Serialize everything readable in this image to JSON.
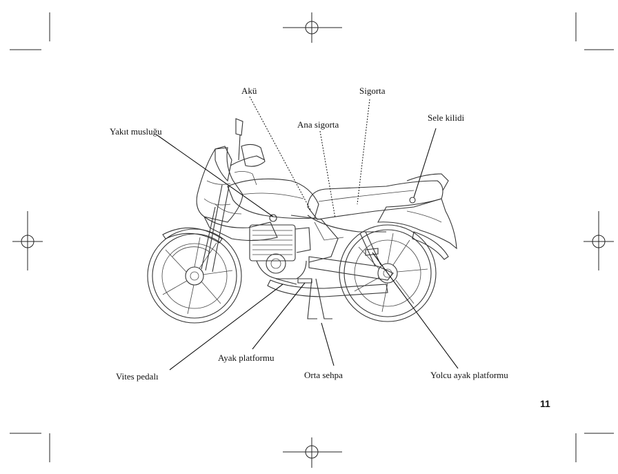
{
  "callouts": {
    "battery": "Akü",
    "fuse": "Sigorta",
    "main_fuse": "Ana sigorta",
    "fuel_valve": "Yakıt musluğu",
    "seat_lock": "Sele kilidi",
    "gearshift_pedal": "Vites pedalı",
    "footpeg": "Ayak platformu",
    "center_stand": "Orta sehpa",
    "passenger_footpeg": "Yolcu ayak platformu"
  },
  "page_number": "11"
}
